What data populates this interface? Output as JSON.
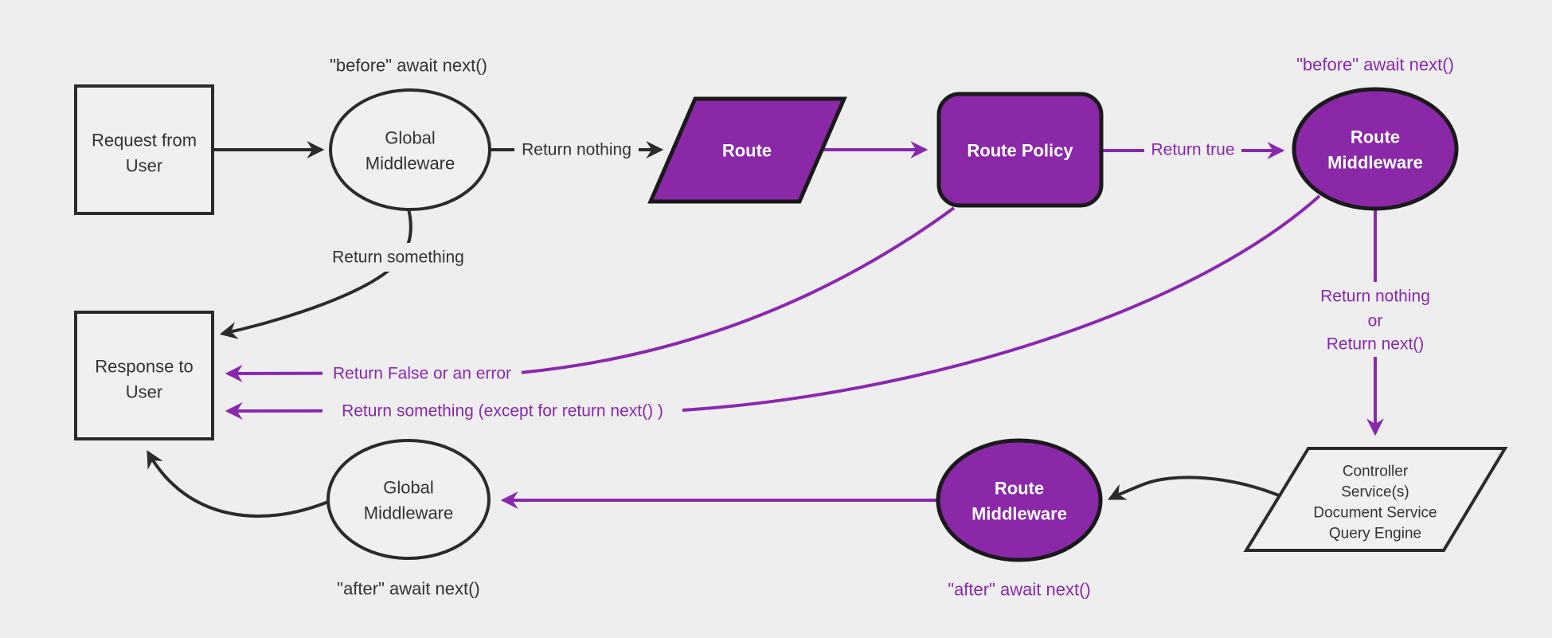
{
  "colors": {
    "background": "#eeeeee",
    "node_fill_light": "#f0f0f0",
    "node_fill_purple": "#8a28a8",
    "stroke_dark": "#2b2b2b",
    "stroke_purple": "#8928ad",
    "text_dark": "#333333",
    "text_white": "#ffffff"
  },
  "nodes": {
    "request": {
      "line1": "Request from",
      "line2": "User"
    },
    "global_middleware_top": {
      "line1": "Global",
      "line2": "Middleware"
    },
    "route": {
      "label": "Route"
    },
    "route_policy": {
      "label": "Route Policy"
    },
    "route_middleware_top": {
      "line1": "Route",
      "line2": "Middleware"
    },
    "controller": {
      "line1": "Controller",
      "line2": "Service(s)",
      "line3": "Document Service",
      "line4": "Query Engine"
    },
    "route_middleware_bottom": {
      "line1": "Route",
      "line2": "Middleware"
    },
    "global_middleware_bottom": {
      "line1": "Global",
      "line2": "Middleware"
    },
    "response": {
      "line1": "Response to",
      "line2": "User"
    }
  },
  "edge_labels": {
    "return_nothing": "Return nothing",
    "return_true": "Return true",
    "return_nothing_or_1": "Return nothing",
    "return_nothing_or_2": "or",
    "return_nothing_or_3": "Return next()",
    "return_something": "Return something",
    "return_false_or_error": "Return False or an error",
    "return_something_except": "Return something (except for return next() )"
  },
  "annotations": {
    "before_global": "\"before\" await next()",
    "before_route": "\"before\" await next()",
    "after_route": "\"after\" await next()",
    "after_global": "\"after\" await next()"
  }
}
